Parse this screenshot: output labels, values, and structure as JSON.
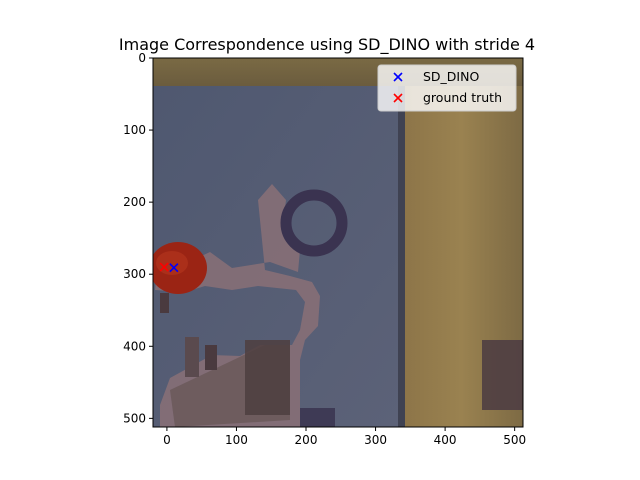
{
  "chart_data": {
    "type": "scatter",
    "title": "Image Correspondence using SD_DINO with  stride 4",
    "xlabel": "",
    "ylabel": "",
    "xlim": [
      -20,
      512
    ],
    "ylim": [
      512,
      0
    ],
    "x_ticks": [
      0,
      100,
      200,
      300,
      400,
      500
    ],
    "y_ticks": [
      0,
      100,
      200,
      300,
      400,
      500
    ],
    "x_tick_labels": [
      "0",
      "100",
      "200",
      "300",
      "400",
      "500"
    ],
    "y_tick_labels": [
      "0",
      "100",
      "200",
      "300",
      "400",
      "500"
    ],
    "background": "photo of a painted object on a grey-blue board with wooden edges",
    "legend_position": "upper right",
    "series": [
      {
        "name": "SD_DINO",
        "marker": "x",
        "color": "#0000ff",
        "points": [
          [
            10,
            291
          ]
        ]
      },
      {
        "name": "ground truth",
        "marker": "x",
        "color": "#ff0000",
        "points": [
          [
            -4,
            290
          ]
        ]
      }
    ]
  }
}
